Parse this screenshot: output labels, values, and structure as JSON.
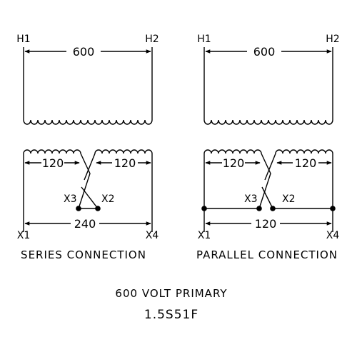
{
  "series": {
    "primary": {
      "left_terminal": "H1",
      "right_terminal": "H2",
      "voltage": "600"
    },
    "secondary": {
      "left_voltage": "120",
      "right_voltage": "120",
      "tap_x3": "X3",
      "tap_x2": "X2",
      "output_voltage": "240",
      "left_terminal": "X1",
      "right_terminal": "X4"
    },
    "caption": "SERIES CONNECTION"
  },
  "parallel": {
    "primary": {
      "left_terminal": "H1",
      "right_terminal": "H2",
      "voltage": "600"
    },
    "secondary": {
      "left_voltage": "120",
      "right_voltage": "120",
      "tap_x3": "X3",
      "tap_x2": "X2",
      "output_voltage": "120",
      "left_terminal": "X1",
      "right_terminal": "X4"
    },
    "caption": "PARALLEL CONNECTION"
  },
  "footer": {
    "line1": "600 VOLT PRIMARY",
    "line2": "1.5S51F"
  }
}
